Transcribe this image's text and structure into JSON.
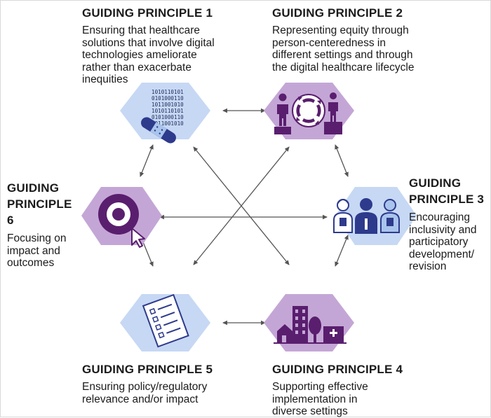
{
  "principles": {
    "p1": {
      "title": "GUIDING PRINCIPLE 1",
      "description": "Ensuring that healthcare\nsolutions that involve digital\ntechnologies ameliorate\nrather than exacerbate\ninequities"
    },
    "p2": {
      "title": "GUIDING PRINCIPLE 2",
      "description": "Representing equity through\nperson-centeredness in\ndifferent settings and through\nthe digital healthcare lifecycle"
    },
    "p3": {
      "title": "GUIDING\nPRINCIPLE 3",
      "description": "Encouraging\ninclusivity and\nparticipatory\ndevelopment/\nrevision"
    },
    "p4": {
      "title": "GUIDING PRINCIPLE 4",
      "description": "Supporting effective\nimplementation in\ndiverse settings"
    },
    "p5": {
      "title": "GUIDING PRINCIPLE 5",
      "description": "Ensuring policy/regulatory\nrelevance and/or impact"
    },
    "p6": {
      "title": "GUIDING\nPRINCIPLE 6",
      "description": "Focusing on\nimpact and\noutcomes"
    }
  },
  "binary_code": [
    "1010110101",
    "0101000110",
    "1011001010",
    "1010110101",
    "0101000110",
    "1011001010"
  ],
  "colors": {
    "light_blue": "#c6d8f4",
    "icon_blue": "#a9c4ec",
    "light_purple": "#c4a6d6",
    "dark_purple": "#5a1e6e",
    "deep_navy": "#23305e",
    "arrow": "#555555"
  }
}
